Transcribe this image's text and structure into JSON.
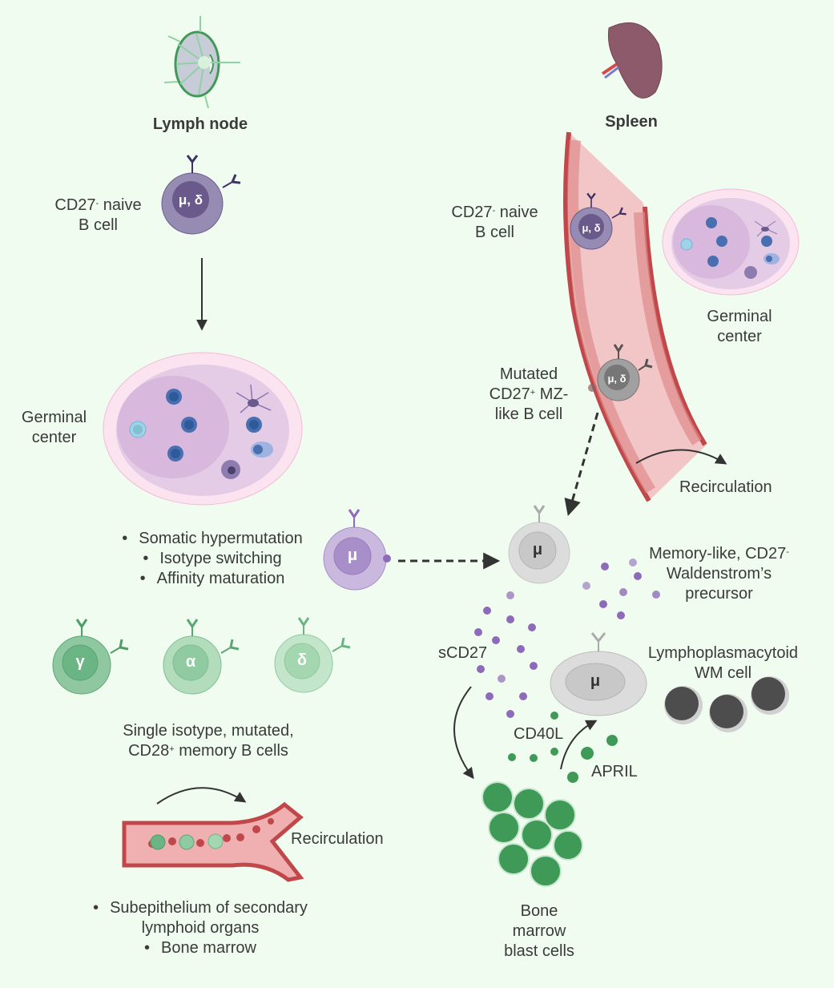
{
  "colors": {
    "background": "#f1fcf0",
    "naive_cell": "#968bb3",
    "naive_nucleus": "#6a5a8c",
    "gray_cell": "#9a9a9a",
    "light_gray_cell": "#dcdcdc",
    "lilac_cell": "#cbb8de",
    "memory_green_dark": "#7dbf92",
    "memory_green_mid": "#a6d5b3",
    "memory_green_light": "#bfe3c8",
    "vessel_red": "#c0474a",
    "vessel_lumen": "#f2c6c6",
    "sCD27_dot": "#8e6bb8",
    "green_dot": "#3f9a57",
    "blast_cell": "#3f9a57",
    "wm_cell": "#4d4d4d",
    "germinal_outer": "#fce3f0",
    "germinal_inner": "#d8b8dd",
    "spleen": "#8c5a6a",
    "arrow": "#333333"
  },
  "left_panel": {
    "organ_label": "Lymph node",
    "naive_cell_label_line1": "CD27",
    "naive_cell_label_sup": "-",
    "naive_cell_label_line1_rest": " naive",
    "naive_cell_label_line2": "B cell",
    "naive_cell_nucleus": "μ, δ",
    "germinal_label_line1": "Germinal",
    "germinal_label_line2": "center",
    "processes": [
      "Somatic hypermutation",
      "Isotype switching",
      "Affinity maturation"
    ],
    "transit_cell_nucleus": "μ",
    "memory_cells": [
      {
        "isotype": "γ"
      },
      {
        "isotype": "α"
      },
      {
        "isotype": "δ"
      }
    ],
    "memory_label_line1": "Single isotype, mutated,",
    "memory_label_line2_a": "CD28",
    "memory_label_line2_sup": "+",
    "memory_label_line2_b": " memory B cells",
    "recirculation_label": "Recirculation",
    "locations": [
      "Subepithelium of secondary",
      "lymphoid organs",
      "Bone marrow"
    ]
  },
  "right_panel": {
    "organ_label": "Spleen",
    "naive_cell_label_line1": "CD27",
    "naive_cell_label_sup": "-",
    "naive_cell_label_line1_rest": " naive",
    "naive_cell_label_line2": "B cell",
    "naive_cell_nucleus": "μ, δ",
    "germinal_label_line1": "Germinal",
    "germinal_label_line2": "center",
    "mz_label_line1": "Mutated",
    "mz_label_line2_a": "CD27",
    "mz_label_line2_sup": "+",
    "mz_label_line2_b": " MZ-",
    "mz_label_line3": "like B cell",
    "mz_cell_nucleus": "μ, δ",
    "recirculation_label": "Recirculation",
    "precursor_cell_nucleus": "μ",
    "precursor_label_line1_a": "Memory-like, CD27",
    "precursor_label_line1_sup": "-",
    "precursor_label_line2": "Waldenstrom’s",
    "precursor_label_line3": "precursor",
    "sCD27_label": "sCD27",
    "wm_cell_nucleus": "μ",
    "wm_label_line1": "Lymphoplasmacytoid",
    "wm_label_line2": "WM cell",
    "cd40l_label": "CD40L",
    "april_label": "APRIL",
    "bm_label_line1": "Bone",
    "bm_label_line2": "marrow",
    "bm_label_line3": "blast cells"
  }
}
